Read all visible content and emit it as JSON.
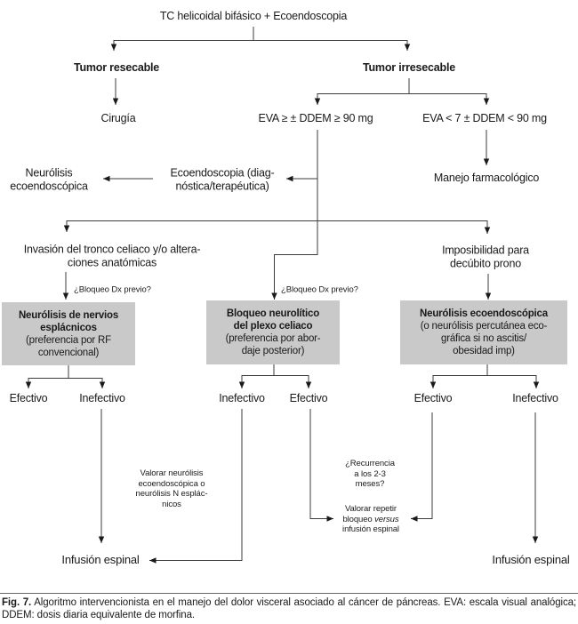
{
  "root": {
    "title_node": "TC helicoidal bifásico + Ecoendoscopia"
  },
  "nodes": {
    "tumor_resecable": "Tumor resecable",
    "tumor_irresecable": "Tumor irresecable",
    "cirugia": "Cirugía",
    "eva_alto": "EVA ≥ ± DDEM ≥ 90 mg",
    "eva_bajo": "EVA < 7 ± DDEM < 90 mg",
    "neurolisis_eco": "Neurólisis\necoendoscópica",
    "ecoendoscopia": "Ecoendoscopia (diag-\nnóstica/terapéutica)",
    "manejo_farmacologico": "Manejo farmacológico",
    "invasion_tronco": "Invasión del tronco celiaco y/o altera-\nciones anatómicas",
    "imposibilidad": "Imposibilidad para\ndecúbito prono",
    "bloqueo_dx_izq": "¿Bloqueo Dx previo?",
    "bloqueo_dx_centro": "¿Bloqueo Dx previo?",
    "infusion_espinal_izq": "Infusión espinal",
    "infusion_espinal_der": "Infusión espinal"
  },
  "boxes": {
    "esplacnicos": {
      "title": "Neurólisis de nervios\nesplácnicos",
      "sub": "(preferencia por RF\nconvencional)"
    },
    "plexo": {
      "title": "Bloqueo neurolítico\ndel plexo celiaco",
      "sub": "(preferencia por abor-\ndaje posterior)"
    },
    "ecoendoscopica": {
      "title": "Neurólisis ecoendoscópica",
      "sub": "(o neurólisis percutánea eco-\ngráfica si no ascitis/\nobesidad imp)"
    }
  },
  "outcomes": {
    "izq_efectivo": "Efectivo",
    "izq_inefectivo": "Inefectivo",
    "centro_inefectivo": "Inefectivo",
    "centro_efectivo": "Efectivo",
    "der_efectivo": "Efectivo",
    "der_inefectivo": "Inefectivo"
  },
  "notes": {
    "valorar_neurolisis": "Valorar neurólisis\necoendoscópica o\nneurólisis N esplác-\nnicos",
    "recurrencia": "¿Recurrencia\na los 2-3\nmeses?",
    "valorar_repetir_l1": "Valorar repetir",
    "valorar_repetir_l2a": "bloqueo ",
    "valorar_repetir_l2b": "versus",
    "valorar_repetir_l3": "infusión espinal"
  },
  "caption": {
    "fig": "Fig. 7.",
    "text": " Algoritmo intervencionista en el manejo del dolor visceral asociado al cáncer de páncreas. EVA: escala visual analógica; DDEM: dosis diaria equivalente de morfina."
  },
  "colors": {
    "box_fill": "#c9c9c9",
    "line": "#3c3c3c",
    "text": "#1a1a1a",
    "background": "#ffffff"
  }
}
